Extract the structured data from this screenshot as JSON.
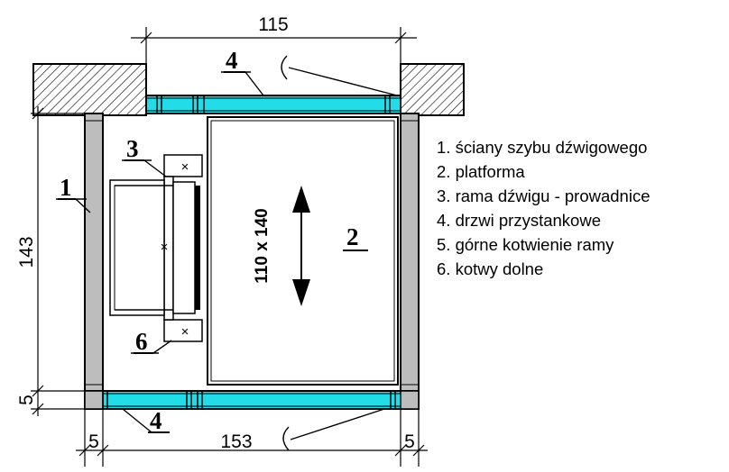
{
  "dimensions": {
    "door_width": "115",
    "shaft_depth": "143",
    "shaft_inner_width": "153",
    "wall_bottom": "5",
    "wall_left": "5",
    "wall_right": "5"
  },
  "platform": {
    "size": "110 x 140"
  },
  "callouts": {
    "c1": "1",
    "c2": "2",
    "c3": "3",
    "c4_top": "4",
    "c4_bottom": "4",
    "c6": "6"
  },
  "legend": [
    "1. ściany szybu dźwigowego",
    "2. platforma",
    "3. rama dźwigu - prowadnice",
    "4. drzwi przystankowe",
    "5. górne kotwienie ramy",
    "6. kotwy dolne"
  ],
  "colors": {
    "door": "#22dde8",
    "wall": "#bdbdbd",
    "line": "#000000"
  }
}
